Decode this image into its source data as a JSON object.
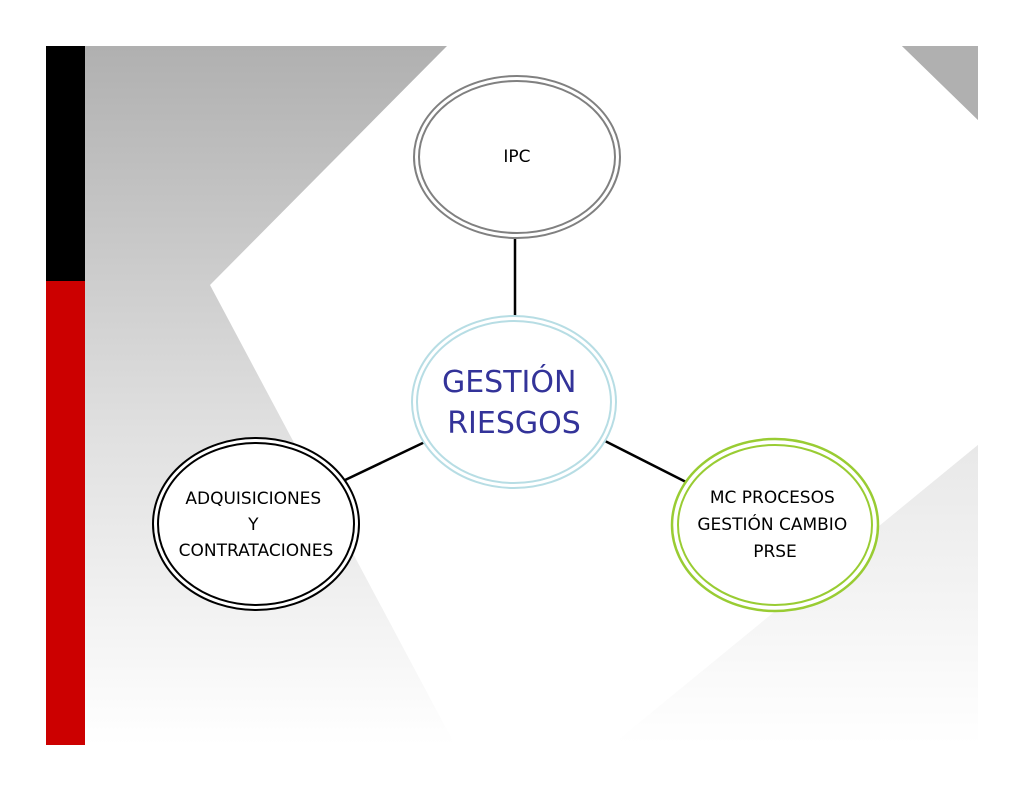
{
  "diagram": {
    "center": {
      "lines": [
        "GESTIÓN",
        "RIESGOS"
      ]
    },
    "nodes": [
      {
        "id": "top",
        "lines": [
          "IPC"
        ]
      },
      {
        "id": "left",
        "lines": [
          "ADQUISICIONES",
          "Y",
          "CONTRATACIONES"
        ]
      },
      {
        "id": "right",
        "lines": [
          "MC PROCESOS",
          "GESTIÓN CAMBIO",
          "PRSE"
        ]
      }
    ]
  },
  "colors": {
    "side_bar_black": "#000000",
    "side_bar_red": "#cc0000",
    "center_text": "#333399",
    "center_border": "#b7dde4",
    "top_border": "#808080",
    "left_border": "#000000",
    "right_border": "#99cc33",
    "background_gray": "#b0b0b0"
  }
}
